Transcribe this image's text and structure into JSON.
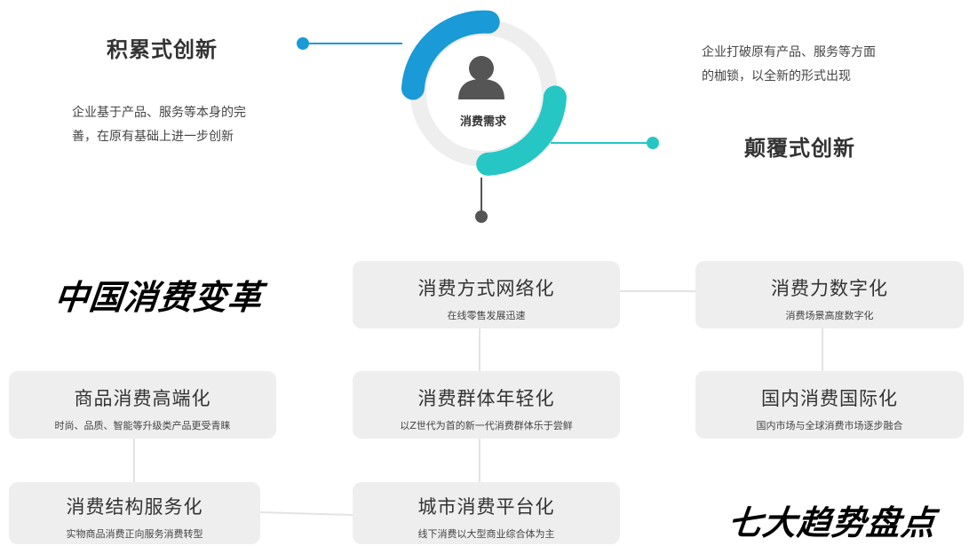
{
  "top": {
    "center_label": "消费需求",
    "left": {
      "title": "积累式创新",
      "desc_line1": "企业基于产品、服务等本身的完",
      "desc_line2": "善，在原有基础上进一步创新"
    },
    "right": {
      "title": "颠覆式创新",
      "desc_line1": "企业打破原有产品、服务等方面",
      "desc_line2": "的枷锁，以全新的形式出现"
    }
  },
  "titles": {
    "china": "中国消费变革",
    "seven": "七大趋势盘点"
  },
  "cards": [
    {
      "title": "消费方式网络化",
      "sub": "在线零售发展迅速"
    },
    {
      "title": "消费力数字化",
      "sub": "消费场景高度数字化"
    },
    {
      "title": "商品消费高端化",
      "sub": "时尚、品质、智能等升级类产品更受青睐"
    },
    {
      "title": "消费群体年轻化",
      "sub": "以Z世代为首的新一代消费群体乐于尝鲜"
    },
    {
      "title": "国内消费国际化",
      "sub": "国内市场与全球消费市场逐步融合"
    },
    {
      "title": "消费结构服务化",
      "sub": "实物商品消费正向服务消费转型"
    },
    {
      "title": "城市消费平台化",
      "sub": "线下消费以大型商业综合体为主"
    }
  ],
  "colors": {
    "blue": "#1a9ad6",
    "teal": "#26c6c4",
    "ring_gray": "#eeeeee",
    "icon_gray": "#555555",
    "card_bg": "#eeeeee"
  }
}
